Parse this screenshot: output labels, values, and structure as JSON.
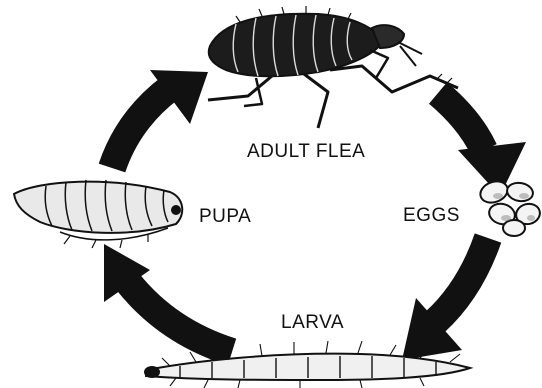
{
  "diagram": {
    "stages": [
      {
        "id": "adult",
        "label": "ADULT FLEA",
        "icon": "adult-flea-illustration"
      },
      {
        "id": "eggs",
        "label": "EGGS",
        "icon": "flea-eggs-illustration"
      },
      {
        "id": "larva",
        "label": "LARVA",
        "icon": "flea-larva-illustration"
      },
      {
        "id": "pupa",
        "label": "PUPA",
        "icon": "flea-pupa-illustration"
      }
    ],
    "cycle_order": [
      "adult",
      "eggs",
      "larva",
      "pupa"
    ],
    "colors": {
      "ink": "#111111",
      "background": "#ffffff",
      "egg_fill": "#f4f4f4"
    }
  }
}
